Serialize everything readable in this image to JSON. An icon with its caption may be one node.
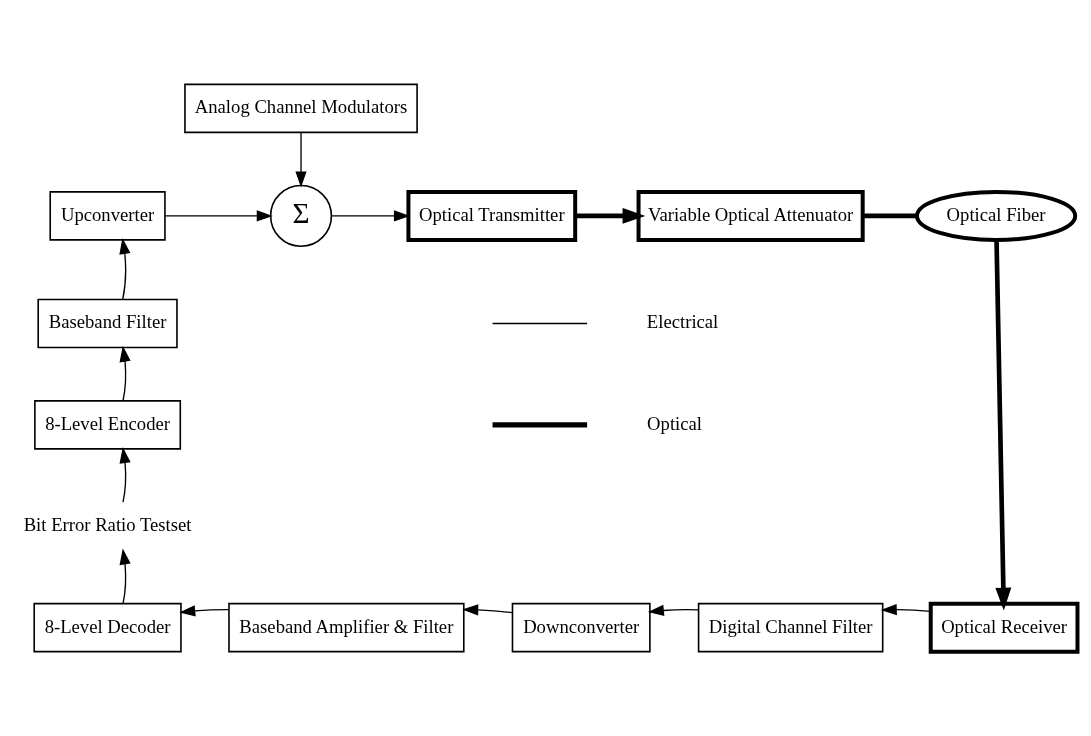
{
  "diagram": {
    "nodes": [
      {
        "text": [
          "Analog Channel Modulators"
        ]
      },
      {
        "text": [
          "Upconverter"
        ]
      },
      {
        "text": [
          "Σ"
        ]
      },
      {
        "text": [
          "Optical Transmitter"
        ]
      },
      {
        "text": [
          "Variable Optical Attenuator"
        ]
      },
      {
        "text": [
          "Optical Fiber"
        ]
      },
      {
        "text": [
          "Baseband Filter"
        ]
      },
      {
        "text": [
          "8-Level Encoder"
        ]
      },
      {
        "text": [
          "Bit Error Ratio Testset"
        ]
      },
      {
        "text": [
          "8-Level Decoder"
        ]
      },
      {
        "text": [
          "Baseband Amplifier & Filter"
        ]
      },
      {
        "text": [
          "Downconverter"
        ]
      },
      {
        "text": [
          "Digital Channel Filter"
        ]
      },
      {
        "text": [
          "Optical Receiver"
        ]
      }
    ],
    "edges": [
      {
        "from": 0,
        "to": 2,
        "arrow": "to"
      },
      {
        "from": 1,
        "to": 2,
        "arrow": "to"
      },
      {
        "from": 2,
        "to": 3,
        "arrow": "to"
      },
      {
        "from": 3,
        "to": 4,
        "arrow": "to",
        "style": "thick"
      },
      {
        "from": 4,
        "to": 5,
        "arrow": "none",
        "style": "thick"
      },
      {
        "from": 5,
        "to": 13,
        "arrow": "to",
        "style": "thick"
      },
      {
        "from": 13,
        "to": 12,
        "arrow": "to"
      },
      {
        "from": 12,
        "to": 11,
        "arrow": "to"
      },
      {
        "from": 11,
        "to": 10,
        "arrow": "to"
      },
      {
        "from": 10,
        "to": 9,
        "arrow": "to"
      },
      {
        "from": 9,
        "to": 8,
        "arrow": "to"
      },
      {
        "from": 8,
        "to": 7,
        "arrow": "to"
      },
      {
        "from": 7,
        "to": 6,
        "arrow": "to"
      },
      {
        "from": 6,
        "to": 1,
        "arrow": "to"
      }
    ],
    "legend": [
      {
        "text": "Electrical"
      },
      {
        "text": "Optical"
      }
    ]
  }
}
